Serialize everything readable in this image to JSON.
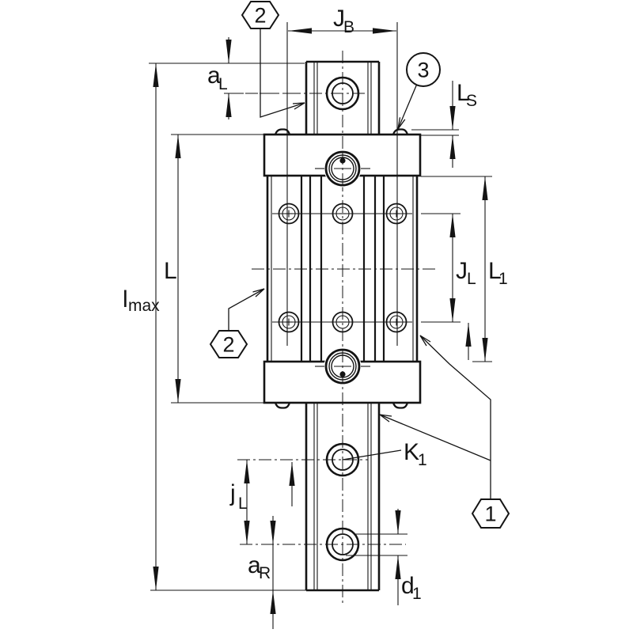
{
  "drawing": {
    "ink": "#141414",
    "dimension_labels": {
      "jb": {
        "main": "J",
        "sub": "B"
      },
      "al": {
        "main": "a",
        "sub": "L"
      },
      "ls": {
        "main": "L",
        "sub": "S"
      },
      "l": {
        "main": "L",
        "sub": ""
      },
      "lmax": {
        "main": "l",
        "sub": "max"
      },
      "jl_carriage": {
        "main": "J",
        "sub": "L"
      },
      "l1": {
        "main": "L",
        "sub": "1"
      },
      "k1": {
        "main": "K",
        "sub": "1"
      },
      "jl_rail": {
        "main": "j",
        "sub": "L"
      },
      "ar": {
        "main": "a",
        "sub": "R"
      },
      "d1": {
        "main": "d",
        "sub": "1"
      }
    },
    "callouts": {
      "pos1": "1",
      "pos2_top": "2",
      "pos2_side": "2",
      "pos3": "3"
    }
  }
}
